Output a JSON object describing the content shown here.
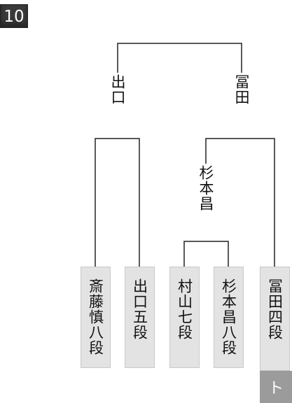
{
  "round_badge": "10",
  "final": {
    "left": "出口",
    "right": "冨田"
  },
  "semi": {
    "winner": "杉本昌"
  },
  "players": [
    {
      "name": "斎藤慎八段"
    },
    {
      "name": "出口五段"
    },
    {
      "name": "村山七段"
    },
    {
      "name": "杉本昌八段"
    },
    {
      "name": "冨田四段"
    }
  ],
  "nav": {
    "next_label": "ト"
  },
  "colors": {
    "line": "#222222",
    "player_bg": "#e3e3e3",
    "badge_bg": "#3a3a3a",
    "nav_bg": "#9b9b9b"
  }
}
